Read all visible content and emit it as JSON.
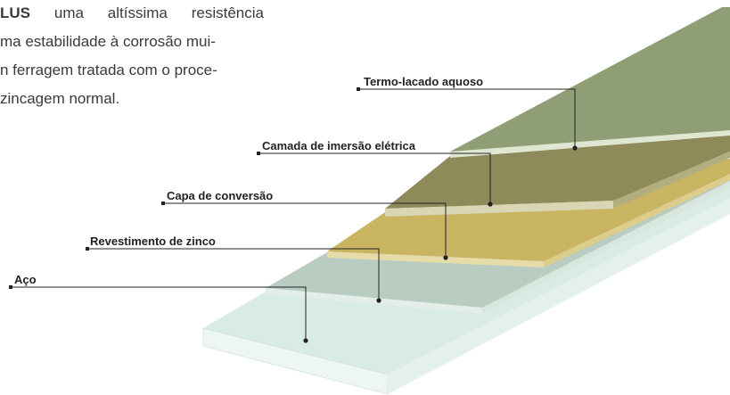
{
  "intro_text": {
    "line1_bold": "LUS",
    "line1_rest": [
      "uma",
      "altíssima",
      "resistência"
    ],
    "line2": "ma estabilidade à corrosão mui-",
    "line3": "n ferragem tratada com o proce-",
    "line4": "zincagem normal."
  },
  "layers": [
    {
      "label": "Termo-lacado aquoso",
      "color": "#8f9e74"
    },
    {
      "label": "Camada de imersão elétrica",
      "color": "#8f8a5a"
    },
    {
      "label": "Capa de conversão",
      "color": "#c9b462"
    },
    {
      "label": "Revestimento de zinco",
      "color": "#b9ccc1"
    },
    {
      "label": "Aço",
      "color": "#d8ebe4"
    }
  ]
}
